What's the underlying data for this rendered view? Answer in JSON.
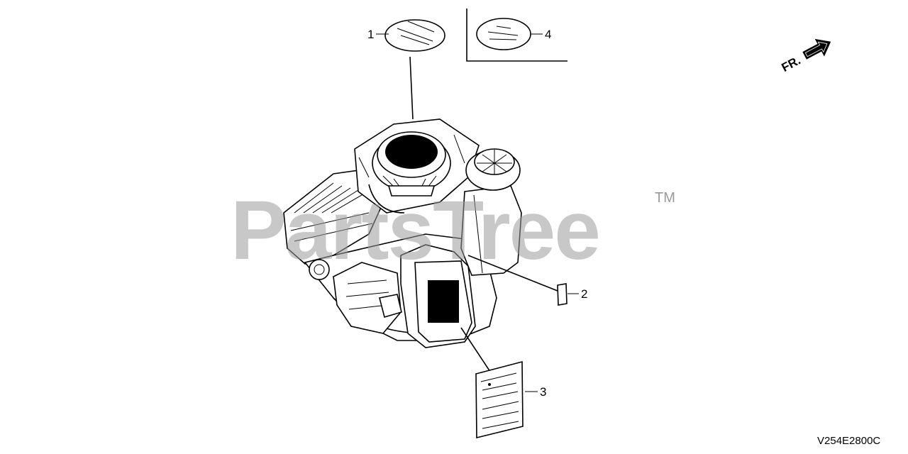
{
  "watermark": {
    "text": "PartsTree",
    "trademark": "TM"
  },
  "direction_indicator": {
    "label": "FR."
  },
  "callouts": [
    {
      "number": "1"
    },
    {
      "number": "2"
    },
    {
      "number": "3"
    },
    {
      "number": "4"
    }
  ],
  "diagram_code": "V254E2800C"
}
